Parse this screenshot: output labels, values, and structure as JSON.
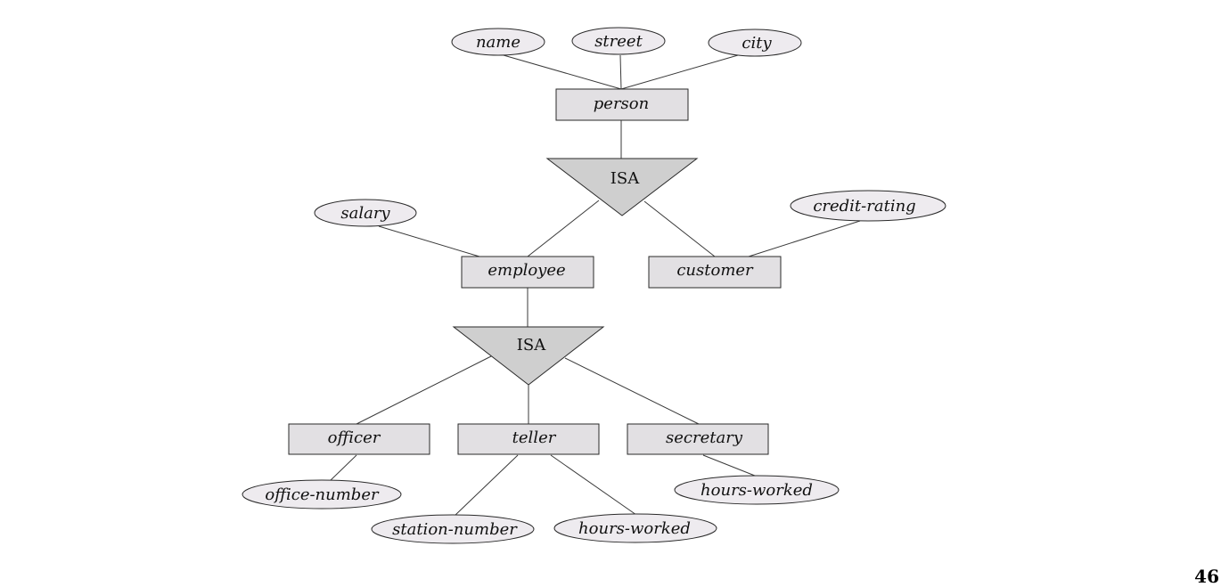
{
  "entities": {
    "person": "person",
    "employee": "employee",
    "customer": "customer",
    "officer": "officer",
    "teller": "teller",
    "secretary": "secretary"
  },
  "attributes": {
    "name": "name",
    "street": "street",
    "city": "city",
    "salary": "salary",
    "credit_rating": "credit-rating",
    "office_number": "office-number",
    "station_number": "station-number",
    "teller_hours_worked": "hours-worked",
    "secretary_hours_worked": "hours-worked"
  },
  "relationships": {
    "isa_top": "ISA",
    "isa_bottom": "ISA"
  },
  "page_number": "46",
  "colors": {
    "entity_fill": "#e2e0e3",
    "attribute_fill": "#eeebef",
    "isa_fill": "#cfcfcf"
  }
}
